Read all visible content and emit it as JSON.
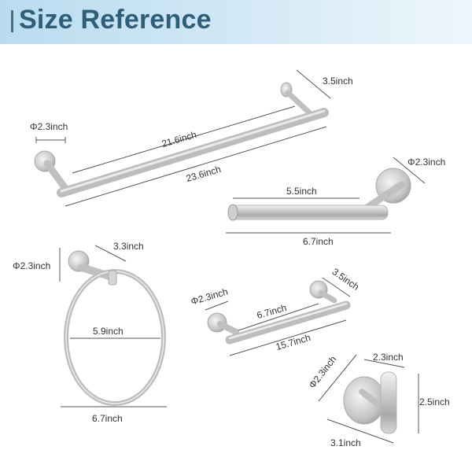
{
  "header": {
    "title": "Size Reference"
  },
  "products": {
    "towel_bar": {
      "base_diameter": "Φ2.3inch",
      "inner_length": "21.6inch",
      "total_length": "23.6inch",
      "projection": "3.5inch"
    },
    "toilet_paper_holder": {
      "base_diameter": "Φ2.3inch",
      "inner_length": "5.5inch",
      "total_length": "6.7inch"
    },
    "towel_ring": {
      "base_diameter": "Φ2.3inch",
      "projection": "3.3inch",
      "inner_diameter": "5.9inch",
      "total_width": "6.7inch"
    },
    "hand_towel_bar": {
      "base_diameter": "Φ2.3inch",
      "inner_length": "6.7inch",
      "total_length": "15.7inch",
      "projection": "3.5inch"
    },
    "robe_hook": {
      "base_diameter": "Φ2.3inch",
      "hook_depth": "2.3inch",
      "height": "2.5inch",
      "projection": "3.1inch"
    }
  }
}
